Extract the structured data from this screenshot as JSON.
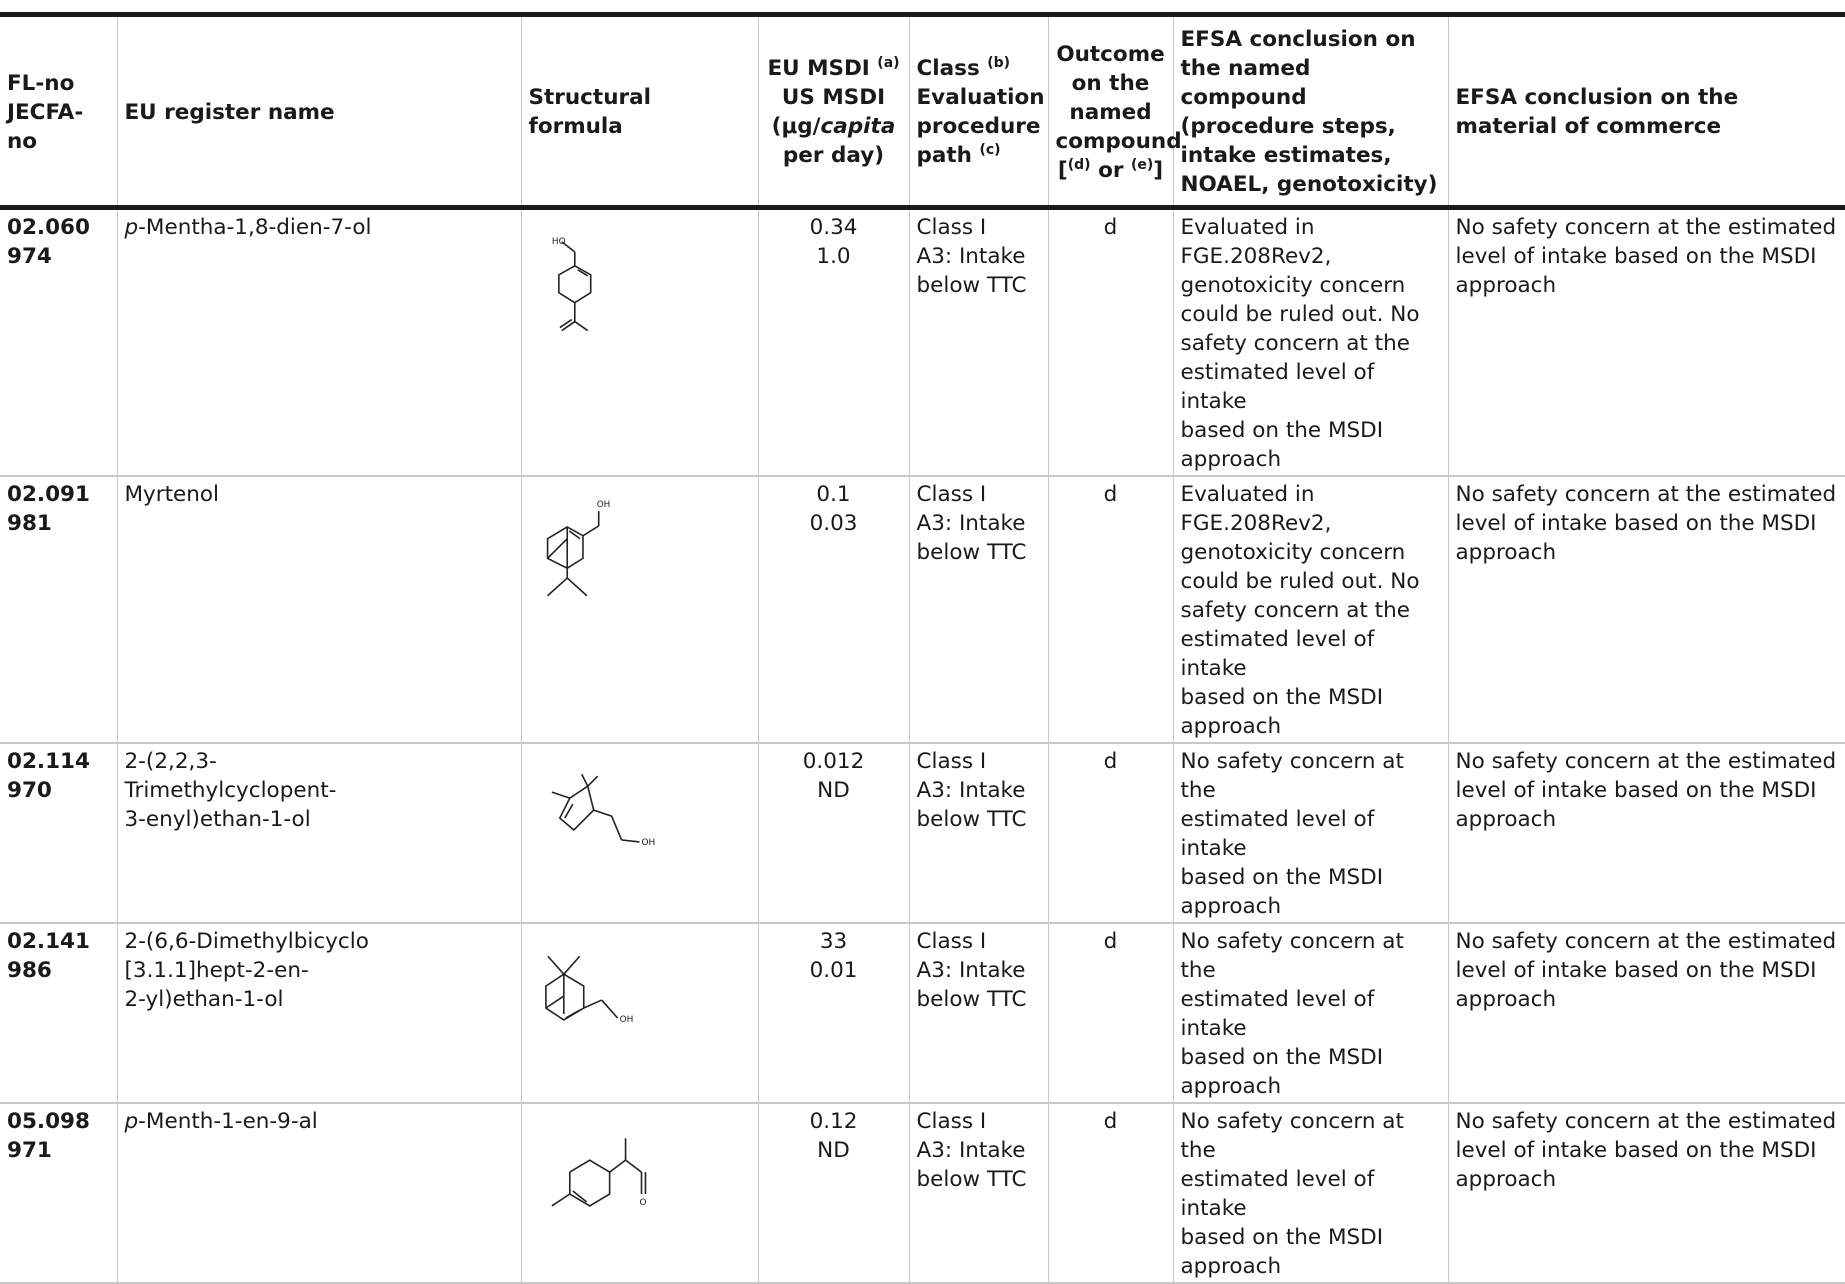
{
  "header": {
    "col1": [
      "FL-no",
      "JECFA-",
      "no"
    ],
    "col2": "EU register name",
    "col3": "Structural formula",
    "col4": {
      "line1": "EU MSDI",
      "sup1": "(a)",
      "line2": "US MSDI",
      "line3a": "(μg/",
      "line3b": "capita",
      "line4": "per day)"
    },
    "col5": {
      "line1": "Class",
      "sup1": "(b)",
      "line2": "Evaluation",
      "line3": "procedure",
      "line4": "path",
      "sup4": "(c)"
    },
    "col6": {
      "line1": "Outcome",
      "line2": "on the",
      "line3": "named",
      "line4": "compound",
      "line5a": "[",
      "sup5a": "(d)",
      "line5b": " or ",
      "sup5b": "(e)",
      "line5c": "]"
    },
    "col7": [
      "EFSA conclusion on",
      "the named compound",
      "(procedure steps,",
      "intake estimates,",
      "NOAEL, genotoxicity)"
    ],
    "col8": [
      "EFSA conclusion on the",
      "material of commerce"
    ]
  },
  "rows": [
    {
      "flno": "02.060",
      "jecfa": "974",
      "name_prefix": "p",
      "name_lines": [
        "-Mentha-1,8-dien-7-ol"
      ],
      "eu_msdi": "0.34",
      "us_msdi": "1.0",
      "class_lines": [
        "Class I",
        "A3: Intake",
        "below TTC"
      ],
      "outcome": "d",
      "conclusion_lines": [
        "Evaluated in",
        "FGE.208Rev2,",
        "genotoxicity concern",
        "could be ruled out. No",
        "safety concern at the",
        "estimated level of intake",
        "based on the MSDI",
        "approach"
      ],
      "commerce_lines": [
        "No safety concern at the estimated",
        "level of intake based on the MSDI",
        "approach"
      ],
      "structure_label": "HO"
    },
    {
      "flno": "02.091",
      "jecfa": "981",
      "name_prefix": "",
      "name_lines": [
        "Myrtenol"
      ],
      "eu_msdi": "0.1",
      "us_msdi": "0.03",
      "class_lines": [
        "Class I",
        "A3: Intake",
        "below TTC"
      ],
      "outcome": "d",
      "conclusion_lines": [
        "Evaluated in",
        "FGE.208Rev2,",
        "genotoxicity concern",
        "could be ruled out. No",
        "safety concern at the",
        "estimated level of intake",
        "based on the MSDI",
        "approach"
      ],
      "commerce_lines": [
        "No safety concern at the estimated",
        "level of intake based on the MSDI",
        "approach"
      ],
      "structure_label": "OH"
    },
    {
      "flno": "02.114",
      "jecfa": "970",
      "name_prefix": "",
      "name_lines": [
        "2-(2,2,3-",
        "Trimethylcyclopent-",
        "3-enyl)ethan-1-ol"
      ],
      "eu_msdi": "0.012",
      "us_msdi": "ND",
      "class_lines": [
        "Class I",
        "A3: Intake",
        "below TTC"
      ],
      "outcome": "d",
      "conclusion_lines": [
        "No safety concern at the",
        "estimated level of intake",
        "based on the MSDI",
        "approach"
      ],
      "commerce_lines": [
        "No safety concern at the estimated",
        "level of intake based on the MSDI",
        "approach"
      ],
      "structure_label": "OH"
    },
    {
      "flno": "02.141",
      "jecfa": "986",
      "name_prefix": "",
      "name_lines": [
        "2-(6,6-Dimethylbicyclo",
        "[3.1.1]hept-2-en-",
        "2-yl)ethan-1-ol"
      ],
      "eu_msdi": "33",
      "us_msdi": "0.01",
      "class_lines": [
        "Class I",
        "A3: Intake",
        "below TTC"
      ],
      "outcome": "d",
      "conclusion_lines": [
        "No safety concern at the",
        "estimated level of intake",
        "based on the MSDI",
        "approach"
      ],
      "commerce_lines": [
        "No safety concern at the estimated",
        "level of intake based on the MSDI",
        "approach"
      ],
      "structure_label": "OH"
    },
    {
      "flno": "05.098",
      "jecfa": "971",
      "name_prefix": "p",
      "name_lines": [
        "-Menth-1-en-9-al"
      ],
      "eu_msdi": "0.12",
      "us_msdi": "ND",
      "class_lines": [
        "Class I",
        "A3: Intake",
        "below TTC"
      ],
      "outcome": "d",
      "conclusion_lines": [
        "No safety concern at the",
        "estimated level of intake",
        "based on the MSDI",
        "approach"
      ],
      "commerce_lines": [
        "No safety concern at the estimated",
        "level of intake based on the MSDI",
        "approach"
      ],
      "structure_label": "O"
    }
  ]
}
